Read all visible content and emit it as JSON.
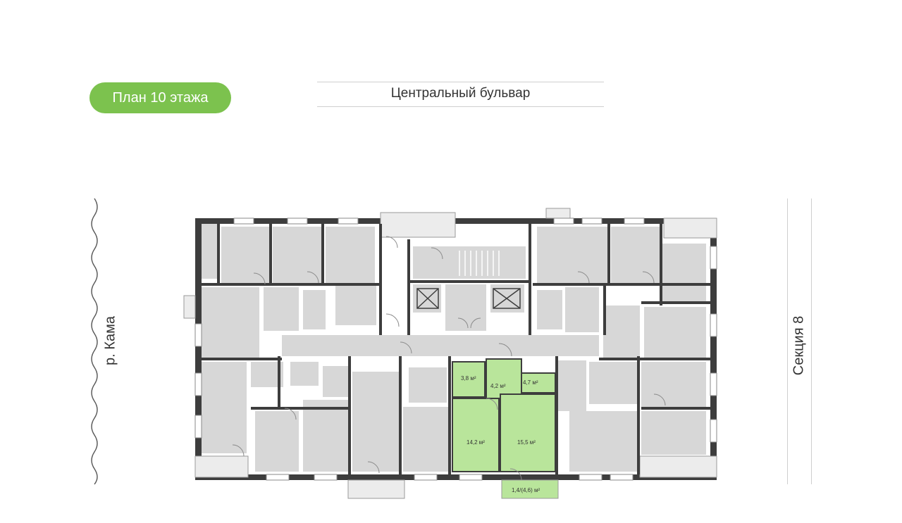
{
  "header": {
    "floor_badge": "План 10 этажа",
    "street_label": "Центральный бульвар"
  },
  "side_labels": {
    "river": "р. Кама",
    "section": "Секция 8"
  },
  "colors": {
    "accent": "#7cc24e",
    "highlight": "#b9e59b",
    "wall": "#3d3d3d",
    "room": "#d7d7d7"
  },
  "selected_apartment": {
    "areas": [
      "3,8 м²",
      "4,2 м²",
      "4,7 м²",
      "14,2 м²",
      "15,5 м²",
      "1,4/(4,6) м²"
    ]
  }
}
